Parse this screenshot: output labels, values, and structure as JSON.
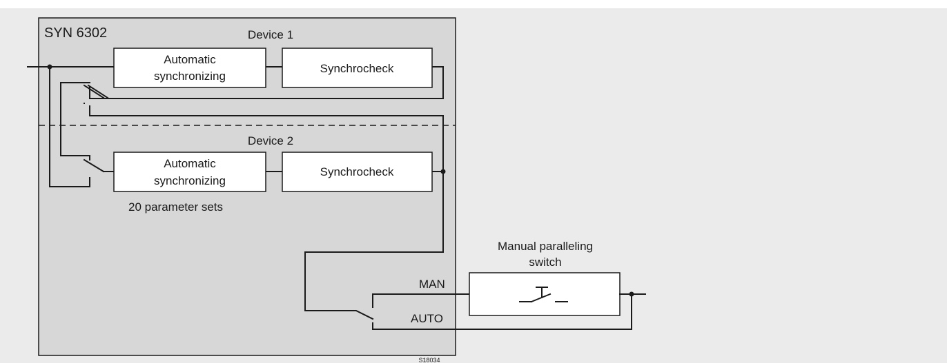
{
  "diagram": {
    "device_label": "SYN 6302",
    "device1_label": "Device 1",
    "device2_label": "Device 2",
    "auto_sync_line1": "Automatic",
    "auto_sync_line2": "synchronizing",
    "synchrocheck": "Synchrocheck",
    "param_sets": "20 parameter sets",
    "manual_switch_line1": "Manual paralleling",
    "manual_switch_line2": "switch",
    "man_label": "MAN",
    "auto_label": "AUTO",
    "figure_code": "S18034",
    "colors": {
      "background": "#ebebeb",
      "device_fill": "#d7d7d7",
      "line": "#1a1a1a",
      "box_fill": "#ffffff"
    }
  }
}
